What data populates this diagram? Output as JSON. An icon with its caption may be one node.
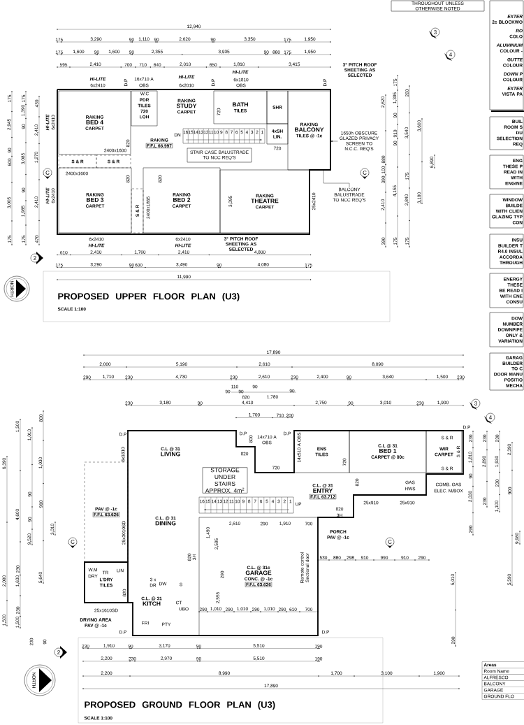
{
  "diagram": {
    "nodes": [
      {
        "text": [
          "RAKING",
          "BED 4",
          "CARPET"
        ]
      },
      {
        "text": [
          "PDR",
          "TILES",
          "720",
          "LOH"
        ]
      },
      {
        "text": [
          "RAKING",
          "STUDY",
          "CARPET"
        ]
      },
      {
        "text": [
          "BATH",
          "TILES"
        ]
      },
      {
        "text": [
          "SHR"
        ]
      },
      {
        "text": [
          "4xSH",
          "LIN."
        ]
      },
      {
        "text": [
          "RAKING",
          "BALCONY",
          "TILES @ -1c"
        ]
      },
      {
        "text": [
          "RAKING",
          "F.F.L 66.997"
        ]
      },
      {
        "text": [
          "STAIR CASE BALUSTRADE TO NCC REQ'S"
        ]
      },
      {
        "text": [
          "S & R"
        ]
      },
      {
        "text": [
          "S & R"
        ]
      },
      {
        "text": [
          "RAKING",
          "BED 3",
          "CARPET"
        ]
      },
      {
        "text": [
          "S & R"
        ]
      },
      {
        "text": [
          "RAKING",
          "BED 2",
          "CARPET"
        ]
      },
      {
        "text": [
          "RAKING",
          "THEATRE",
          "CARPET"
        ]
      },
      {
        "text": [
          "1650h OBSCURE GLAZED PRIVACY SCREEN TO N.C.C. REQ'S"
        ]
      },
      {
        "text": [
          "BALCONY BALUSTRADE TO NCC REQ'S"
        ]
      },
      {
        "text": [
          "C.L @ 31",
          "LIVING"
        ]
      },
      {
        "text": [
          "ENS",
          "TILES"
        ]
      },
      {
        "text": [
          "C.L @ 31",
          "BED 1",
          "CARPET @ 00c"
        ]
      },
      {
        "text": [
          "WIR",
          "CARPET"
        ]
      },
      {
        "text": [
          "STORAGE UNDER STAIRS APPROX. 4m$^{2}$"
        ]
      },
      {
        "text": [
          "C.L. @ 31",
          "ENTRY",
          "F.F.L 63.712"
        ]
      },
      {
        "text": [
          "PAV @ -1c",
          "F.F.L 63.626"
        ]
      },
      {
        "text": [
          "C.L. @ 31",
          "DINING"
        ]
      },
      {
        "text": [
          "PORCH",
          "PAV @ -1c"
        ]
      },
      {
        "text": [
          "C.L. @ 31c",
          "GARAGE",
          "CONC. @ -1c",
          "F.F.L 63.626"
        ]
      },
      {
        "text": [
          "L'DRY",
          "TILES"
        ]
      },
      {
        "text": [
          "C.L. @ 31",
          "KITCH"
        ]
      },
      {
        "text": [
          "DRYING AREA",
          "PAV @ -1c"
        ]
      },
      {
        "text": [
          "THROUGHOUT UNLESS OTHERWISE NOTED"
        ]
      },
      {
        "text": [
          "EXTER",
          "2c BLOCKWO",
          "RO",
          "COLO",
          "ALUMINIUM",
          "COLOUR -",
          "GUTTE",
          "COLOUR",
          "DOWN P",
          "COLOUR",
          "EXTER",
          "VISTA PA"
        ]
      },
      {
        "text": [
          "BUIL",
          "ROOM S",
          "DU",
          "SELECTION",
          "REQ"
        ]
      },
      {
        "text": [
          "ENG",
          "THESE P",
          "READ IN",
          "WITH",
          "ENGINE"
        ]
      },
      {
        "text": [
          "WINDOW",
          "BUILDE",
          "WITH CLIEN",
          "GLAZING TYP",
          "CON"
        ]
      },
      {
        "text": [
          "INSU",
          "BUILDER T",
          "R4.0 INSUL",
          "ACCORDA",
          "THROUGH"
        ]
      },
      {
        "text": [
          "ENERGY",
          "THESE",
          "BE READ I",
          "WITH ENE",
          "CONSU"
        ]
      },
      {
        "text": [
          "DOW",
          "NUMBER",
          "DOWNPIPE",
          "ONLY &",
          "VARIATION"
        ]
      },
      {
        "text": [
          "GARAG",
          "BUILDER TO C",
          "DOOR MANU",
          "POSITIO",
          "MECHA"
        ]
      },
      {
        "text": [],
        "shape": "stairs"
      },
      {
        "text": [],
        "shape": "stairs"
      }
    ],
    "edges": [
      {
        "from": 15,
        "to": 6,
        "arrow": "to"
      },
      {
        "from": 16,
        "to": 6,
        "arrow": "none"
      }
    ],
    "labels": [
      "12,940",
      "175",
      "3,290",
      "90",
      "1,110",
      "90",
      "2,620",
      "90",
      "3,350",
      "175",
      "1,950",
      "175",
      "1,600",
      "90",
      "1,600",
      "90",
      "2,355",
      "3,935",
      "90",
      "880",
      "175",
      "1,950",
      "595",
      "2,410",
      "700",
      "710",
      "640",
      "2,010",
      "650",
      "1,810",
      "3,415",
      "HI-LITE",
      "6x2410",
      "D.P",
      "16x710 A",
      "OBS",
      "HI-LITE",
      "6x2010",
      "D.P",
      "HI-LITE",
      "6x1810",
      "OBS",
      "D.P",
      "3° PITCH ROOF SHEETING AS SELECTED",
      "W.C",
      "720",
      "DN",
      "2400x1600",
      "820",
      "2400x1600",
      "820",
      "820",
      "2400x1865",
      "3,095",
      "25x2410",
      "720",
      "HI-LITE",
      "6x2410",
      "HI-LITE",
      "6x2410",
      "6x2410",
      "HI-LITE",
      "6x2410",
      "HI-LITE",
      "3° PITCH ROOF SHEETING AS SELECTED",
      "610",
      "2,410",
      "1,760",
      "2,410",
      "4,800",
      "175",
      "3,290",
      "90",
      "600",
      "3,490",
      "90",
      "4,080",
      "175",
      "11,990",
      "175",
      "2,945",
      "90",
      "600",
      "3,005",
      "175",
      "175",
      "1,390",
      "90",
      "3,085",
      "90",
      "1,985",
      "175",
      "430",
      "2,410",
      "1,270",
      "2,410",
      "470",
      "2,620",
      "880",
      "100",
      "390",
      "2,410",
      "390",
      "175",
      "1,395",
      "90",
      "910",
      "90",
      "4,155",
      "175",
      "260",
      "3,540",
      "175",
      "2,840",
      "175",
      "3,600",
      "3,190",
      "6,890",
      "C",
      "C",
      "2",
      "NORTH",
      "3",
      "4",
      "PROPOSED UPPER FLOOR PLAN (U3)",
      "SCALE 1:100",
      "16",
      "15",
      "14",
      "13",
      "12",
      "11",
      "10",
      "9",
      "8",
      "7",
      "6",
      "5",
      "4",
      "3",
      "2",
      "1",
      "17,890",
      "2,000",
      "5,190",
      "2,610",
      "8,090",
      "290",
      "1,710",
      "230",
      "4,730",
      "230",
      "2,610",
      "230",
      "2,400",
      "90",
      "3,640",
      "1,500",
      "230",
      "90",
      "110",
      "90",
      "820",
      "90",
      "1,780",
      "90",
      "230",
      "3,180",
      "90",
      "4,410",
      "2,750",
      "90",
      "3,010",
      "230",
      "1,900",
      "1,700",
      "710",
      "200",
      "D.P",
      "D.P",
      "D.P",
      "D.P",
      "14x710 A",
      "OBS",
      "800",
      "820",
      "720",
      "14x510 A OBS",
      "720",
      "8x1810",
      "S & R",
      "S & R",
      "S & R",
      "GAS",
      "HWS",
      "COMB. GAS",
      "ELEC. M/BOX",
      "820",
      "UP",
      "25x910",
      "25x910",
      "820",
      "3H",
      "25x3010SD",
      "2,610",
      "290",
      "1,910",
      "700",
      "1,490",
      "2,595",
      "820",
      "3H",
      "290",
      "2,555",
      "Remote control Sectional door",
      "W.M",
      "DRY",
      "TR",
      "LIN",
      "820",
      "25x1610SD",
      "3 x",
      "DR",
      "DW",
      "S",
      "CT",
      "UBO",
      "FRI",
      "PTY",
      "D.P",
      "D.P",
      "290",
      "1,010",
      "290",
      "1,010",
      "290",
      "1,010",
      "290",
      "610",
      "700",
      "530",
      "880",
      "298",
      "910",
      "990",
      "910",
      "290",
      "6,390",
      "2,090",
      "1,500",
      "1,500",
      "4,600",
      "230",
      "1,630",
      "230",
      "1,500",
      "1,010",
      "90",
      "90",
      "9,520",
      "800",
      "1,030",
      "910",
      "5,640",
      "3,010",
      "230",
      "90",
      "5,010",
      "290",
      "230",
      "1,810",
      "90",
      "2,030",
      "290",
      "230",
      "2,890",
      "230",
      "230",
      "1,930",
      "230",
      "1,100",
      "2,390",
      "900",
      "5,590",
      "9,980",
      "C",
      "C",
      "2",
      "NORTH",
      "3",
      "4",
      "16",
      "15",
      "14",
      "13",
      "12",
      "11",
      "10",
      "9",
      "8",
      "7",
      "6",
      "5",
      "4",
      "3",
      "2",
      "1",
      "230",
      "1,910",
      "90",
      "3,170",
      "90",
      "5,510",
      "190",
      "2,200",
      "230",
      "2,970",
      "90",
      "5,510",
      "190",
      "2,200",
      "8,990",
      "1,700",
      "3,100",
      "1,900",
      "17,890",
      "PROPOSED GROUND FLOOR PLAN (U3)",
      "SCALE 1:100",
      "Areas",
      "Room Name",
      "ALFRESCO",
      "BALCONY",
      "GARAGE",
      "GROUND FLO"
    ]
  }
}
